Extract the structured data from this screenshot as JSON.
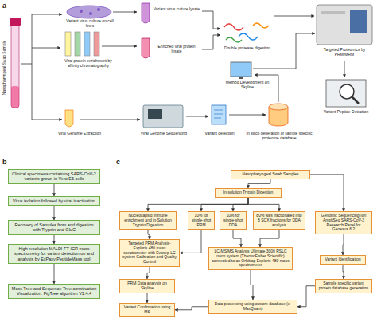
{
  "diagram": {
    "nodes": [
      {
        "text": [
          "Clinical specimens containing SARS-CoV-2 variants grown in Vero E6 cells"
        ]
      },
      {
        "text": [
          "Virus isolation followed by viral inactivation"
        ]
      },
      {
        "text": [
          "Recovery of Samples from and digestion with Trypsin and GluC"
        ]
      },
      {
        "text": [
          "High resolution MALDI-FT-ICR mass spectrometry for variant detection on and analysis by ExPasy PeptideMass tool"
        ]
      },
      {
        "text": [
          "Mass Tree and Sequence Tree construction Visualization: FigTree algorithm V1.4.4"
        ]
      },
      {
        "text": [
          "Nasopharyngeal Swab Samples"
        ]
      },
      {
        "text": [
          "In-solution Trypsin Digestion"
        ]
      },
      {
        "text": [
          "Nucleocapsid immune enrichment and in-Solution Trypsin Digestion"
        ]
      },
      {
        "text": [
          "10% for single-shot PRM"
        ]
      },
      {
        "text": [
          "10% for single-shot DDA"
        ]
      },
      {
        "text": [
          "80% was fractionated into 8 SCX fractions for DDA analysis"
        ]
      },
      {
        "text": [
          "Genomic Sequencing-Ion AmpliSeq SARS-CoV-2 Research Panel for Genexus 6.2"
        ]
      },
      {
        "text": [
          "Targeted PRM Analysis- Exploris 480 mass spectrometer with Evosep LC system Calibration and Quality Control"
        ]
      },
      {
        "text": [
          "LC-MS/MS Analysis Ultimate 3000 RSLC nano system (ThermoFisher Scientific) connected to an Orbitrap Exploris 480 mass spectrometer"
        ]
      },
      {
        "text": [
          "Variant Identification"
        ]
      },
      {
        "text": [
          "PRM Data analysis on Skyline"
        ]
      },
      {
        "text": [
          "Sample specific variant protein database generation"
        ]
      },
      {
        "text": [
          "Variant Confirmation using MS"
        ]
      },
      {
        "text": [
          "Data processing using custom database (e-MaxQuant)"
        ]
      }
    ],
    "edges": [
      {
        "from": 0,
        "to": 1,
        "arrow": "to"
      },
      {
        "from": 1,
        "to": 2,
        "arrow": "to"
      },
      {
        "from": 2,
        "to": 3,
        "arrow": "to"
      },
      {
        "from": 3,
        "to": 4,
        "arrow": "to"
      },
      {
        "from": 5,
        "to": 6,
        "arrow": "to"
      },
      {
        "from": 5,
        "to": 11,
        "arrow": "to"
      },
      {
        "from": 6,
        "to": 7,
        "arrow": "to"
      },
      {
        "from": 6,
        "to": 8,
        "arrow": "to"
      },
      {
        "from": 6,
        "to": 9,
        "arrow": "to"
      },
      {
        "from": 6,
        "to": 10,
        "arrow": "to"
      },
      {
        "from": 7,
        "to": 12,
        "arrow": "to"
      },
      {
        "from": 8,
        "to": 12,
        "arrow": "to"
      },
      {
        "from": 9,
        "to": 13,
        "arrow": "to"
      },
      {
        "from": 10,
        "to": 13,
        "arrow": "to"
      },
      {
        "from": 11,
        "to": 14,
        "arrow": "to"
      },
      {
        "from": 12,
        "to": 15,
        "arrow": "to"
      },
      {
        "from": 13,
        "to": 18,
        "arrow": "to"
      },
      {
        "from": 14,
        "to": 16,
        "arrow": "to"
      },
      {
        "from": 15,
        "to": 17,
        "arrow": "to"
      },
      {
        "from": 16,
        "to": 18,
        "arrow": "to"
      },
      {
        "from": 18,
        "to": 17,
        "arrow": "to"
      }
    ],
    "labels": [
      "a",
      "b",
      "c",
      "Nasopharyngeal Swab Sample",
      "Variant virus culture on cell lines",
      "Variant virus culture lysate",
      "Viral protein enrichment by affinity chromatography",
      "Enriched viral protein lysate",
      "Double protease digestion",
      "Method Development on Skyline",
      "Targeted Proteomics by PRM/MRM",
      "Variant Peptide Detection",
      "Viral Genome Extraction",
      "Viral Genome Sequencing",
      "Variant detection",
      "In silico generation of sample specific proteome database"
    ]
  }
}
